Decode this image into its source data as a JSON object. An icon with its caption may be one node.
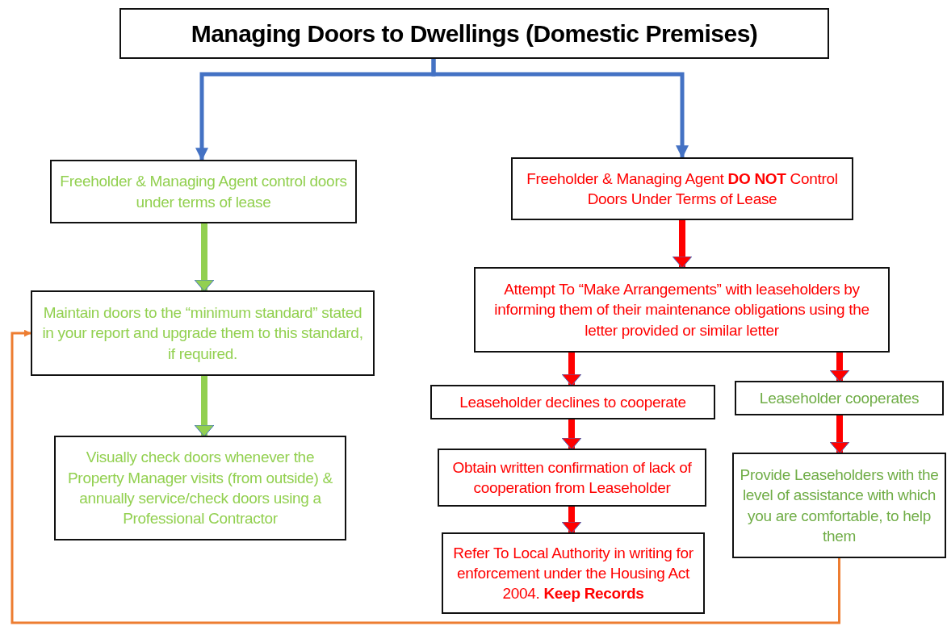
{
  "diagram": {
    "nodes": [
      {
        "text": [
          "Managing Doors to Dwellings (Domestic Premises)"
        ]
      },
      {
        "text": [
          "Freeholder & Managing Agent control doors under terms of lease"
        ]
      },
      {
        "text": [
          "Maintain doors to the “minimum standard” stated in your report and upgrade them to this standard, if required."
        ]
      },
      {
        "text": [
          "Visually check doors whenever the Property Manager visits (from outside) & annually service/check doors using a Professional Contractor"
        ]
      },
      {
        "text": [
          "Freeholder & Managing Agent **DO NOT** Control Doors Under Terms of Lease"
        ]
      },
      {
        "text": [
          "Attempt To “Make Arrangements” with leaseholders by informing them of their maintenance obligations using the letter provided or similar letter"
        ]
      },
      {
        "text": [
          "Leaseholder declines to cooperate"
        ]
      },
      {
        "text": [
          "Leaseholder cooperates"
        ]
      },
      {
        "text": [
          "Obtain written confirmation of lack of cooperation from Leaseholder"
        ]
      },
      {
        "text": [
          "Refer To Local Authority in writing for enforcement under the Housing Act 2004. **Keep Records**"
        ]
      },
      {
        "text": [
          "Provide Leaseholders with the level of assistance with which you are comfortable, to help them"
        ]
      }
    ],
    "edges": [
      {
        "from": 0,
        "to": 1,
        "arrow": "to",
        "color": "#4472c4"
      },
      {
        "from": 0,
        "to": 4,
        "arrow": "to",
        "color": "#4472c4"
      },
      {
        "from": 1,
        "to": 2,
        "arrow": "to",
        "color": "#92d050"
      },
      {
        "from": 2,
        "to": 3,
        "arrow": "to",
        "color": "#92d050"
      },
      {
        "from": 4,
        "to": 5,
        "arrow": "to"
      },
      {
        "from": 5,
        "to": 6,
        "arrow": "to"
      },
      {
        "from": 5,
        "to": 7,
        "arrow": "to"
      },
      {
        "from": 6,
        "to": 8,
        "arrow": "to"
      },
      {
        "from": 8,
        "to": 9,
        "arrow": "to"
      },
      {
        "from": 7,
        "to": 10,
        "arrow": "to"
      },
      {
        "from": 10,
        "to": 2,
        "arrow": "to",
        "color": "#ed7d31"
      }
    ]
  }
}
